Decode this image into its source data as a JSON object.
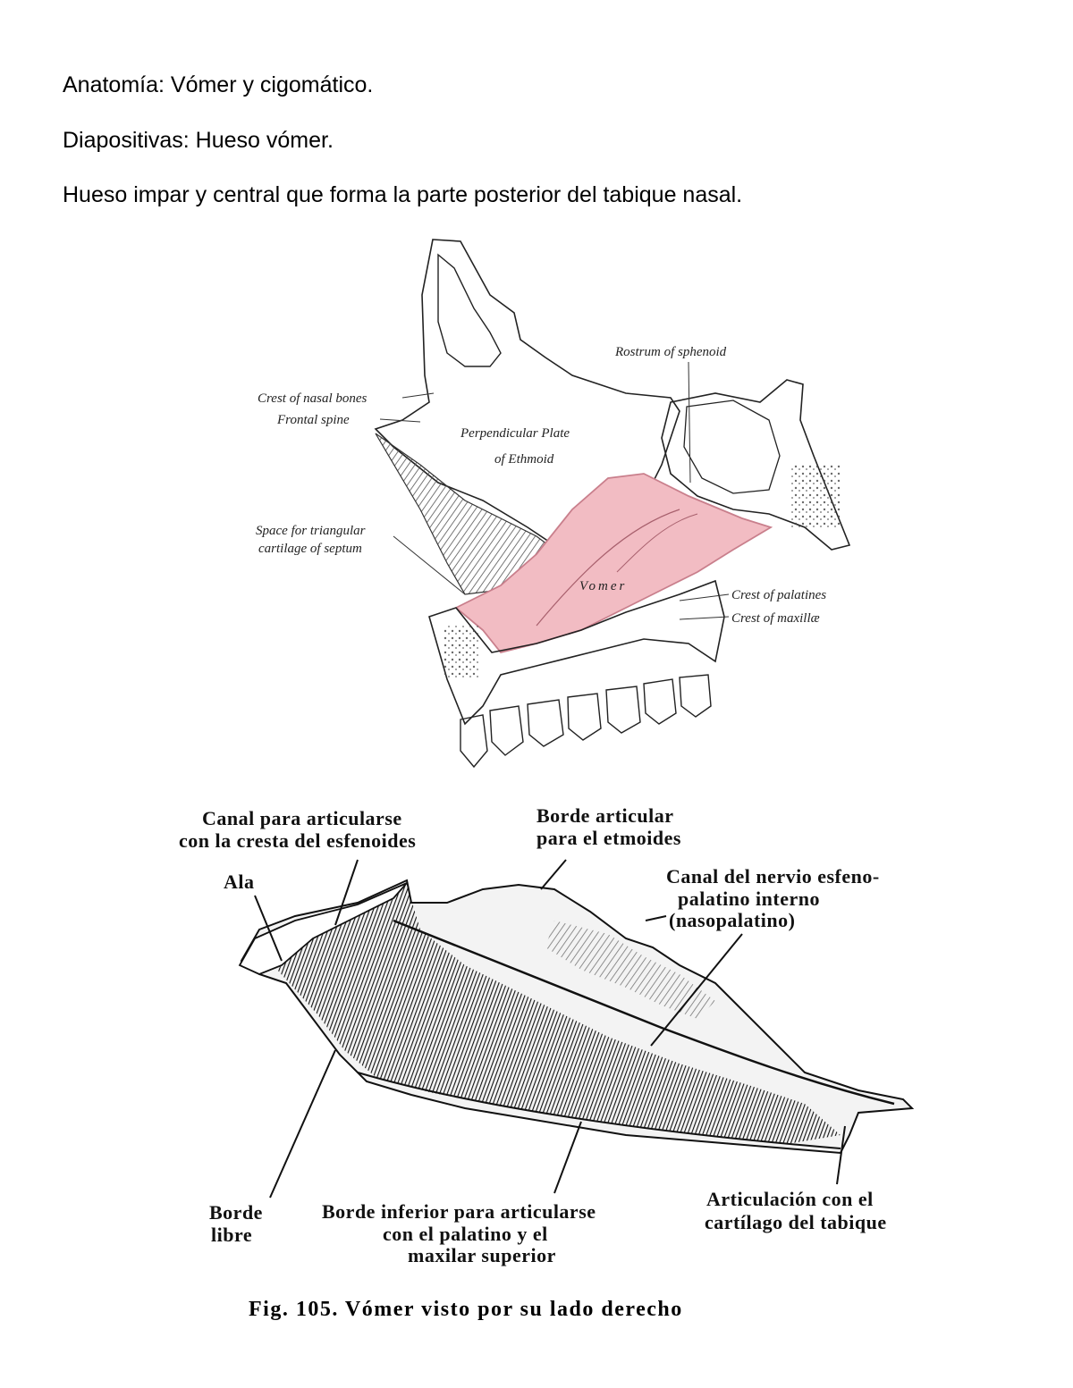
{
  "document": {
    "paragraphs": [
      "Anatomía: Vómer y cigomático.",
      "Diapositivas: Hueso vómer.",
      "Hueso impar y central que forma la parte posterior del tabique nasal."
    ]
  },
  "figure1": {
    "labels": {
      "rostrum": "Rostrum of sphenoid",
      "crest_nasal": "Crest of nasal bones",
      "frontal_spine": "Frontal spine",
      "perp_plate_1": "Perpendicular Plate",
      "perp_plate_2": "of Ethmoid",
      "space_1": "Space for triangular",
      "space_2": "cartilage of septum",
      "vomer": "Vomer",
      "crest_palatines": "Crest of palatines",
      "crest_maxillae": "Crest of maxillæ"
    },
    "colors": {
      "vomer_fill": "#f2bcc3",
      "vomer_stroke": "#c97f8c"
    }
  },
  "figure2": {
    "labels": {
      "canal_1": "Canal para articularse",
      "canal_2": "con la cresta del esfenoides",
      "borde_art_1": "Borde articular",
      "borde_art_2": "para el etmoides",
      "ala": "Ala",
      "nervio_1": "Canal del nervio esfeno-",
      "nervio_2": "palatino interno",
      "nervio_3": "(nasopalatino)",
      "borde_libre_1": "Borde",
      "borde_libre_2": "libre",
      "borde_inf_1": "Borde inferior para articularse",
      "borde_inf_2": "con el palatino y el",
      "borde_inf_3": "maxilar superior",
      "artic_1": "Articulación con el",
      "artic_2": "cartílago del tabique"
    },
    "caption": "Fig. 105. Vómer visto por su lado derecho"
  }
}
